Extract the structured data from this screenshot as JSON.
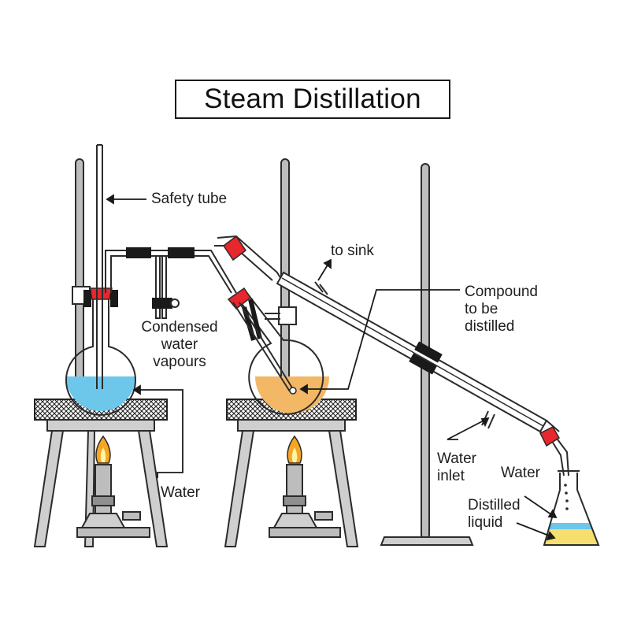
{
  "title": "Steam Distillation",
  "labels": {
    "safety_tube": "Safety tube",
    "condensed_water_vapours": [
      "Condensed",
      "water",
      "vapours"
    ],
    "water_flask": "Water",
    "to_sink": "to sink",
    "compound": [
      "Compound",
      "to be",
      "distilled"
    ],
    "water_inlet": [
      "Water",
      "inlet"
    ],
    "water_receiver": "Water",
    "distilled_liquid": [
      "Distilled",
      "liquid"
    ]
  },
  "colors": {
    "line": "#2b2b2b",
    "stand": "#9a9a9a",
    "water": "#6cc7ea",
    "compound": "#f2b866",
    "distilled": "#f6df6e",
    "stopper": "#e8262d",
    "clamp": "#1a1a1a",
    "flame_outer": "#f6a623",
    "flame_inner": "#fff3a8"
  }
}
